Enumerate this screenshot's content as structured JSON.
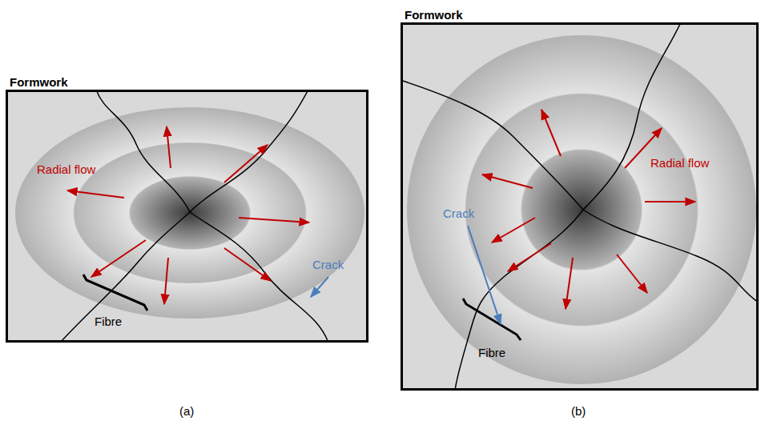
{
  "diagram": {
    "nodes": [
      {
        "text": [
          "Formwork"
        ]
      },
      {
        "text": [
          "Formwork"
        ]
      }
    ],
    "labels": [
      "Radial flow",
      "Crack",
      "Fibre",
      "(a)",
      "Radial flow",
      "Crack",
      "Fibre",
      "(b)"
    ]
  }
}
